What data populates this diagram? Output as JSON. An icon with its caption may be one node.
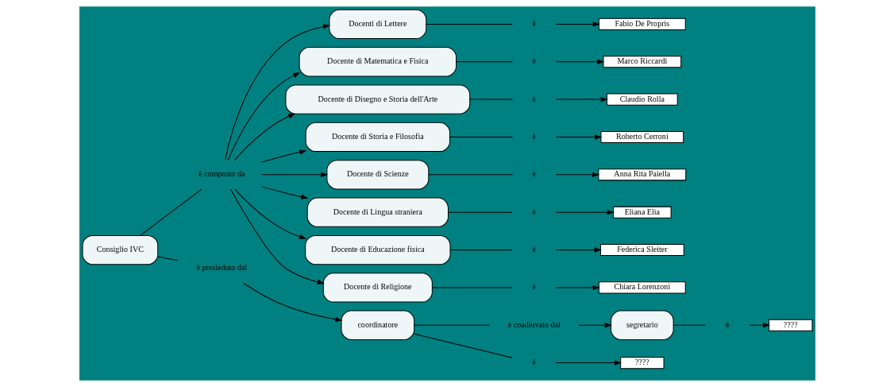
{
  "diagram": {
    "nodes": [
      {
        "text": [
          "Consiglio IVC"
        ]
      },
      {
        "text": [
          "è composto da"
        ]
      },
      {
        "text": [
          "Docenti di Lettere"
        ]
      },
      {
        "text": [
          "è"
        ]
      },
      {
        "text": [
          "Fabio De Propris"
        ]
      },
      {
        "text": [
          "Docente di Matematica e Fisica"
        ]
      },
      {
        "text": [
          "è"
        ]
      },
      {
        "text": [
          "Marco Riccardi"
        ]
      },
      {
        "text": [
          "Docente di Disegno e Storia dell'Arte"
        ]
      },
      {
        "text": [
          "è"
        ]
      },
      {
        "text": [
          "Claudio Rolla"
        ]
      },
      {
        "text": [
          "Docente di Storia e Filosofia"
        ]
      },
      {
        "text": [
          "è"
        ]
      },
      {
        "text": [
          "Roberto Cerroni"
        ]
      },
      {
        "text": [
          "Docente di Scienze"
        ]
      },
      {
        "text": [
          "è"
        ]
      },
      {
        "text": [
          "Anna Rita Paiella"
        ]
      },
      {
        "text": [
          "Docente di Lingua straniera"
        ]
      },
      {
        "text": [
          "è"
        ]
      },
      {
        "text": [
          "Eliana Elia"
        ]
      },
      {
        "text": [
          "Docente di Educazione fisica"
        ]
      },
      {
        "text": [
          "è"
        ]
      },
      {
        "text": [
          "Federica Sleiter"
        ]
      },
      {
        "text": [
          "Docente di Religione"
        ]
      },
      {
        "text": [
          "è"
        ]
      },
      {
        "text": [
          "Chiara Lorenzoni"
        ]
      },
      {
        "text": [
          "è presieduto dal"
        ]
      },
      {
        "text": [
          "coordinatore"
        ]
      },
      {
        "text": [
          "è coadiuvato dal"
        ]
      },
      {
        "text": [
          "segretario"
        ]
      },
      {
        "text": [
          "è"
        ]
      },
      {
        "text": [
          "????"
        ]
      },
      {
        "text": [
          "è"
        ]
      },
      {
        "text": [
          "????"
        ]
      }
    ],
    "edges": [
      {
        "from": 0,
        "to": 1,
        "arrow": "none"
      },
      {
        "from": 1,
        "to": 2,
        "arrow": "to"
      },
      {
        "from": 2,
        "to": 3,
        "arrow": "none"
      },
      {
        "from": 3,
        "to": 4,
        "arrow": "to"
      },
      {
        "from": 1,
        "to": 5,
        "arrow": "to"
      },
      {
        "from": 5,
        "to": 6,
        "arrow": "none"
      },
      {
        "from": 6,
        "to": 7,
        "arrow": "to"
      },
      {
        "from": 1,
        "to": 8,
        "arrow": "to"
      },
      {
        "from": 8,
        "to": 9,
        "arrow": "none"
      },
      {
        "from": 9,
        "to": 10,
        "arrow": "to"
      },
      {
        "from": 1,
        "to": 11,
        "arrow": "to"
      },
      {
        "from": 11,
        "to": 12,
        "arrow": "none"
      },
      {
        "from": 12,
        "to": 13,
        "arrow": "to"
      },
      {
        "from": 1,
        "to": 14,
        "arrow": "to"
      },
      {
        "from": 14,
        "to": 15,
        "arrow": "none"
      },
      {
        "from": 15,
        "to": 16,
        "arrow": "to"
      },
      {
        "from": 1,
        "to": 17,
        "arrow": "to"
      },
      {
        "from": 17,
        "to": 18,
        "arrow": "none"
      },
      {
        "from": 18,
        "to": 19,
        "arrow": "to"
      },
      {
        "from": 1,
        "to": 20,
        "arrow": "to"
      },
      {
        "from": 20,
        "to": 21,
        "arrow": "none"
      },
      {
        "from": 21,
        "to": 22,
        "arrow": "to"
      },
      {
        "from": 1,
        "to": 23,
        "arrow": "to"
      },
      {
        "from": 23,
        "to": 24,
        "arrow": "none"
      },
      {
        "from": 24,
        "to": 25,
        "arrow": "to"
      },
      {
        "from": 0,
        "to": 26,
        "arrow": "none"
      },
      {
        "from": 26,
        "to": 27,
        "arrow": "to"
      },
      {
        "from": 27,
        "to": 28,
        "arrow": "none"
      },
      {
        "from": 28,
        "to": 29,
        "arrow": "to"
      },
      {
        "from": 29,
        "to": 30,
        "arrow": "none"
      },
      {
        "from": 30,
        "to": 31,
        "arrow": "to"
      },
      {
        "from": 27,
        "to": 32,
        "arrow": "none"
      },
      {
        "from": 32,
        "to": 33,
        "arrow": "to"
      }
    ]
  }
}
